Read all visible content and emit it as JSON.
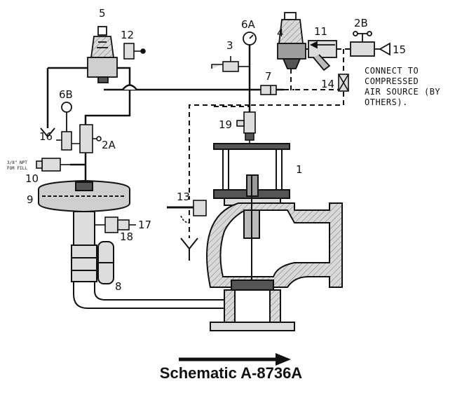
{
  "caption": "Schematic A-8736A",
  "note_lines": [
    "CONNECT TO",
    "COMPRESSED",
    "AIR SOURCE (BY",
    "OTHERS)."
  ],
  "fill_port_lines": [
    "3/8\" NPT",
    "FOR FILL"
  ],
  "labels": {
    "l5": "5",
    "l12": "12",
    "l3": "3",
    "l6a": "6A",
    "l4": "4",
    "l11": "11",
    "l2b": "2B",
    "l15": "15",
    "l7": "7",
    "l14": "14",
    "l6b": "6B",
    "l19": "19",
    "l16": "16",
    "l2a": "2A",
    "l10": "10",
    "l1": "1",
    "l9": "9",
    "l13": "13",
    "l17": "17",
    "l18": "18",
    "l8": "8"
  },
  "colors": {
    "ink": "#111111",
    "body_fill": "#d6d6d6",
    "dark_fill": "#555555"
  }
}
